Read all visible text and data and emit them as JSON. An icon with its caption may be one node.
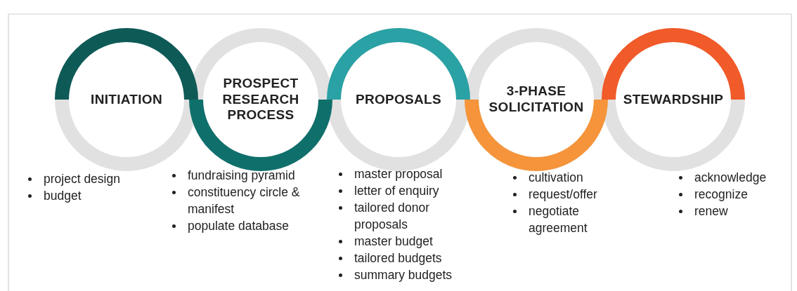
{
  "diagram": {
    "nodes": [
      {
        "text": [
          "INITIATION"
        ],
        "beside": [
          "project design",
          "budget"
        ]
      },
      {
        "text": [
          "PROSPECT RESEARCH PROCESS"
        ],
        "beside": [
          "fundraising pyramid",
          "constituency circle & manifest",
          "populate database"
        ]
      },
      {
        "text": [
          "PROPOSALS"
        ],
        "beside": [
          "master proposal",
          "letter of enquiry",
          "tailored donor proposals",
          "master budget",
          "tailored budgets",
          "summary budgets"
        ]
      },
      {
        "text": [
          "3-PHASE SOLICITATION"
        ],
        "beside": [
          "cultivation",
          "request/offer",
          "negotiate agreement"
        ]
      },
      {
        "text": [
          "STEWARDSHIP"
        ],
        "beside": [
          "acknowledge",
          "recognize",
          "renew"
        ]
      }
    ],
    "edges": []
  }
}
